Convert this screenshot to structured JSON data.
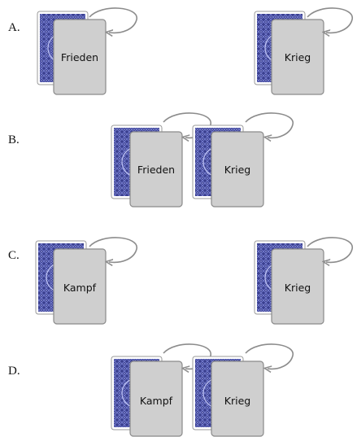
{
  "colors": {
    "card_front_fill": "#cfcfcf",
    "card_front_stroke": "#8a8a8a",
    "card_back_base": "#3a3f8f",
    "card_back_border": "#ffffff",
    "arrow_stroke": "#8c8c8c"
  },
  "icons": {
    "card_back": "playing-card-back-icon",
    "arrow": "curved-arrow-icon"
  },
  "rows": [
    {
      "label": "A.",
      "pair_layout": "spread",
      "cards": [
        {
          "word": "Frieden"
        },
        {
          "word": "Krieg"
        }
      ]
    },
    {
      "label": "B.",
      "pair_layout": "adjacent",
      "cards": [
        {
          "word": "Frieden"
        },
        {
          "word": "Krieg"
        }
      ]
    },
    {
      "label": "C.",
      "pair_layout": "spread",
      "cards": [
        {
          "word": "Kampf"
        },
        {
          "word": "Krieg"
        }
      ]
    },
    {
      "label": "D.",
      "pair_layout": "adjacent",
      "cards": [
        {
          "word": "Kampf"
        },
        {
          "word": "Krieg"
        }
      ]
    }
  ]
}
